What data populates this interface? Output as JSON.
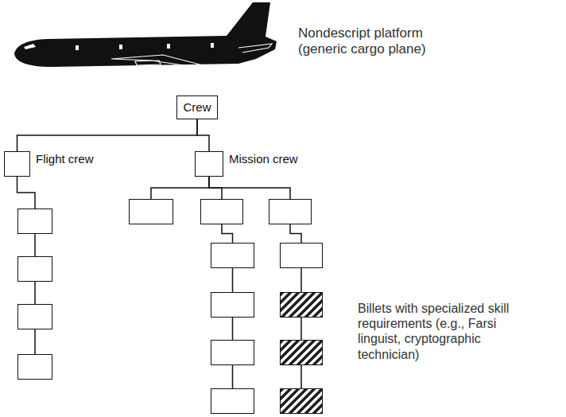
{
  "diagram": {
    "nodes": [
      {
        "text": [
          "Crew"
        ]
      },
      {
        "text": [
          "Flight crew"
        ]
      },
      {
        "text": []
      },
      {
        "text": []
      },
      {
        "text": []
      },
      {
        "text": []
      },
      {
        "text": [
          "Mission crew"
        ]
      },
      {
        "text": []
      },
      {
        "text": []
      },
      {
        "text": []
      },
      {
        "text": []
      },
      {
        "text": []
      },
      {
        "text": []
      },
      {
        "text": []
      },
      {
        "text": []
      },
      {
        "text": []
      },
      {
        "text": []
      },
      {
        "text": []
      }
    ],
    "edges": [
      {
        "from": 0,
        "to": 1,
        "arrow": "none"
      },
      {
        "from": 0,
        "to": 6,
        "arrow": "none"
      },
      {
        "from": 1,
        "to": 2,
        "arrow": "none"
      },
      {
        "from": 2,
        "to": 3,
        "arrow": "none"
      },
      {
        "from": 3,
        "to": 4,
        "arrow": "none"
      },
      {
        "from": 4,
        "to": 5,
        "arrow": "none"
      },
      {
        "from": 6,
        "to": 7,
        "arrow": "none"
      },
      {
        "from": 6,
        "to": 8,
        "arrow": "none"
      },
      {
        "from": 6,
        "to": 9,
        "arrow": "none"
      },
      {
        "from": 8,
        "to": 10,
        "arrow": "none"
      },
      {
        "from": 10,
        "to": 11,
        "arrow": "none"
      },
      {
        "from": 11,
        "to": 12,
        "arrow": "none"
      },
      {
        "from": 12,
        "to": 13,
        "arrow": "none"
      },
      {
        "from": 9,
        "to": 14,
        "arrow": "none"
      },
      {
        "from": 14,
        "to": 15,
        "arrow": "none"
      },
      {
        "from": 15,
        "to": 16,
        "arrow": "none"
      },
      {
        "from": 16,
        "to": 17,
        "arrow": "none"
      }
    ],
    "labels": [
      "Nondescript platform (generic cargo plane)",
      "Billets with specialized skill requirements (e.g., Farsi linguist, cryptographic technician)"
    ]
  }
}
